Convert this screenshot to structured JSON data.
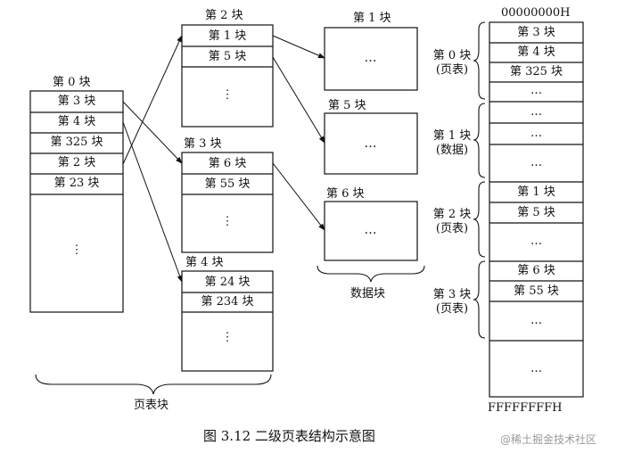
{
  "page_table_0": {
    "title": "第 0 块",
    "entries": [
      "第 3 块",
      "第 4 块",
      "第 325 块",
      "第 2 块",
      "第 23 块"
    ],
    "ellipsis": "⋮"
  },
  "page_table_2": {
    "title": "第 2 块",
    "entries": [
      "第 1 块",
      "第 5 块"
    ],
    "ellipsis": "⋮"
  },
  "page_table_3": {
    "title": "第 3 块",
    "entries": [
      "第 6 块",
      "第 55 块"
    ],
    "ellipsis": "⋮"
  },
  "page_table_4": {
    "title": "第 4 块",
    "entries": [
      "第 24 块",
      "第 234 块"
    ],
    "ellipsis": "⋮"
  },
  "data_blocks": [
    {
      "title": "第 1 块",
      "content": "…"
    },
    {
      "title": "第 5 块",
      "content": "…"
    },
    {
      "title": "第 6 块",
      "content": "…"
    }
  ],
  "page_table_group_label": "页表块",
  "data_block_group_label": "数据块",
  "memory": {
    "top_address": "00000000H",
    "bottom_address": "FFFFFFFFH",
    "groups": [
      {
        "line1": "第 0 块",
        "line2": "(页表)",
        "cells": [
          "第 3 块",
          "第 4 块",
          "第 325 块",
          "…"
        ]
      },
      {
        "line1": "第 1 块",
        "line2": "(数据)",
        "cells": [
          "…",
          "…",
          "…"
        ]
      },
      {
        "line1": "第 2 块",
        "line2": "(页表)",
        "cells": [
          "第 1 块",
          "第 5 块",
          "…"
        ]
      },
      {
        "line1": "第 3 块",
        "line2": "(页表)",
        "cells": [
          "第 6 块",
          "第 55 块",
          "…"
        ]
      }
    ],
    "tail": "…"
  },
  "caption": "图 3.12 二级页表结构示意图",
  "watermark": "@稀土掘金技术社区"
}
